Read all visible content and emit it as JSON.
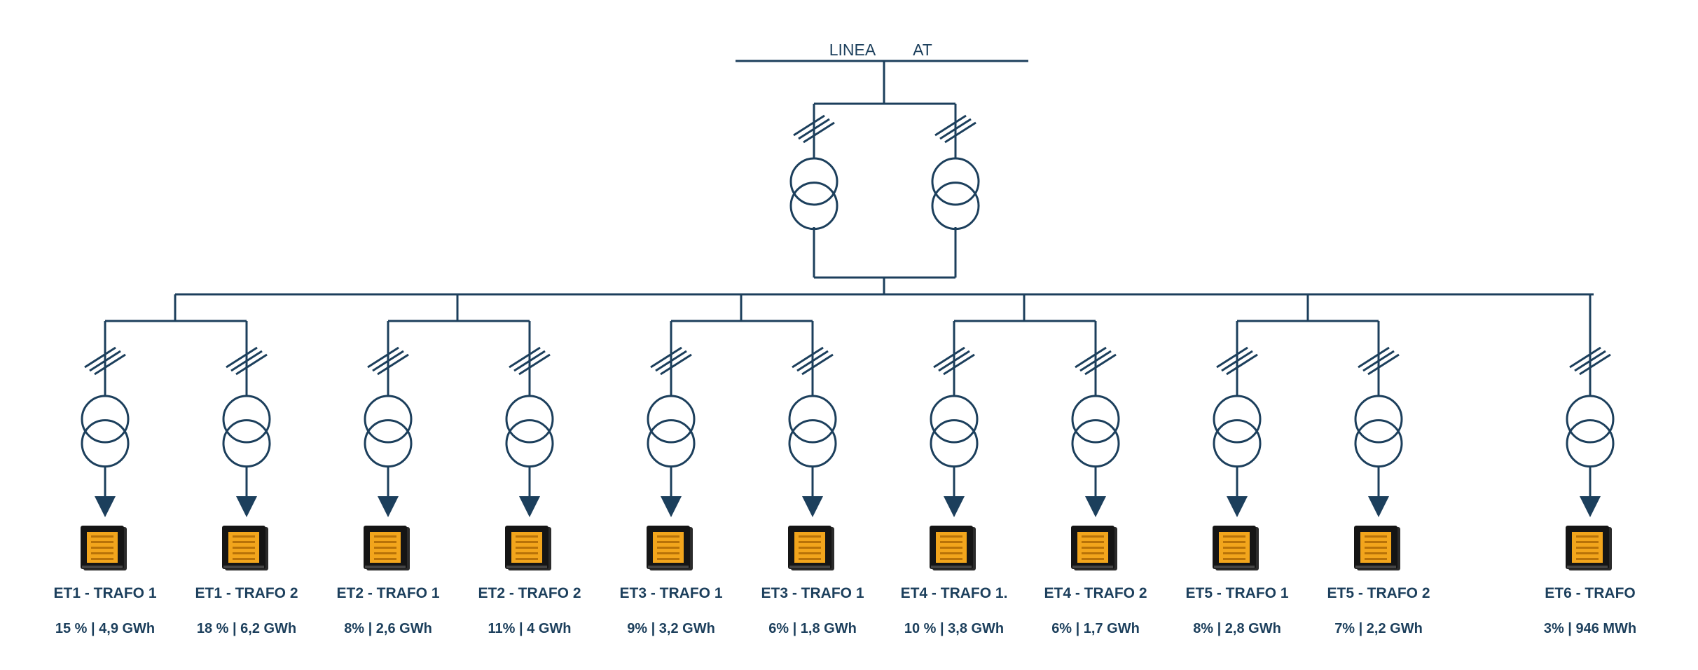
{
  "colors": {
    "line": "#1c3f5c",
    "meter_body": "#2b2b2b",
    "meter_screen": "#f2a51c"
  },
  "top_bus": {
    "label_left": "LINEA",
    "label_right": "AT"
  },
  "main_transformers": [
    {
      "icon": "transformer-icon"
    },
    {
      "icon": "transformer-icon"
    }
  ],
  "feeders": [
    {
      "name": "ET1 - TRAFO 1",
      "value": "15 % | 4,9 GWh"
    },
    {
      "name": "ET1 - TRAFO 2",
      "value": "18 % | 6,2 GWh"
    },
    {
      "name": "ET2 - TRAFO 1",
      "value": "8% | 2,6 GWh"
    },
    {
      "name": "ET2 - TRAFO 2",
      "value": "11% | 4 GWh"
    },
    {
      "name": "ET3 - TRAFO 1",
      "value": "9% | 3,2 GWh"
    },
    {
      "name": "ET3 - TRAFO 1",
      "value": "6% | 1,8 GWh"
    },
    {
      "name": "ET4 - TRAFO 1.",
      "value": "10 % | 3,8 GWh"
    },
    {
      "name": "ET4 - TRAFO 2",
      "value": "6% | 1,7 GWh"
    },
    {
      "name": "ET5 - TRAFO 1",
      "value": "8% | 2,8 GWh"
    },
    {
      "name": "ET5 - TRAFO 2",
      "value": "7% | 2,2 GWh"
    },
    {
      "name": "ET6 - TRAFO",
      "value": "3% | 946 MWh"
    }
  ]
}
